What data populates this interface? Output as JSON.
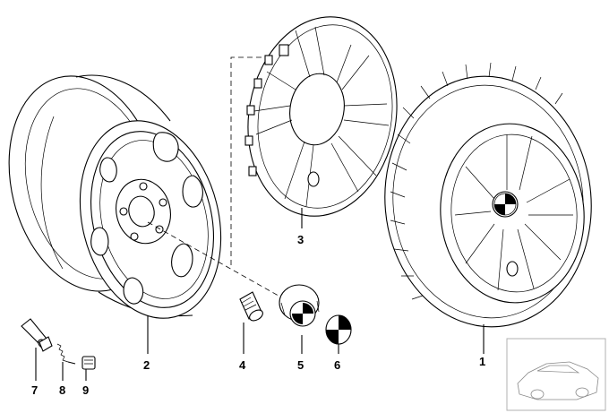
{
  "parts": [
    {
      "id": "part-1",
      "number": "1"
    },
    {
      "id": "part-2",
      "number": "2"
    },
    {
      "id": "part-3",
      "number": "3"
    },
    {
      "id": "part-4",
      "number": "4"
    },
    {
      "id": "part-5",
      "number": "5"
    },
    {
      "id": "part-6",
      "number": "6"
    },
    {
      "id": "part-7",
      "number": "7"
    },
    {
      "id": "part-8",
      "number": "8"
    },
    {
      "id": "part-9",
      "number": "9"
    }
  ],
  "colors": {
    "line": "#000000",
    "background": "#ffffff",
    "thumbnail_border": "#b0b0b0"
  }
}
